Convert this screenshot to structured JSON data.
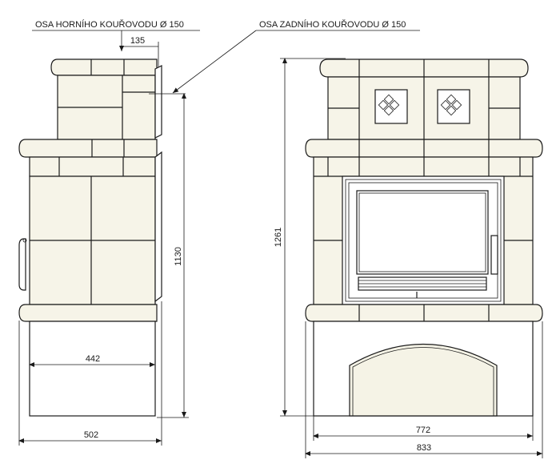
{
  "labels": {
    "top_flue_axis": "OSA HORNÍHO KOUŘOVODU Ø 150",
    "rear_flue_axis": "OSA ZADNÍHO KOUŘOVODU Ø 150"
  },
  "dimensions": {
    "flue_offset": "135",
    "side_height": "1130",
    "side_inner_width": "442",
    "side_width": "502",
    "front_height": "1261",
    "front_inner_width": "772",
    "front_width": "833"
  },
  "colors": {
    "tile": "#f4f2e4",
    "line": "#1a1a1a"
  }
}
